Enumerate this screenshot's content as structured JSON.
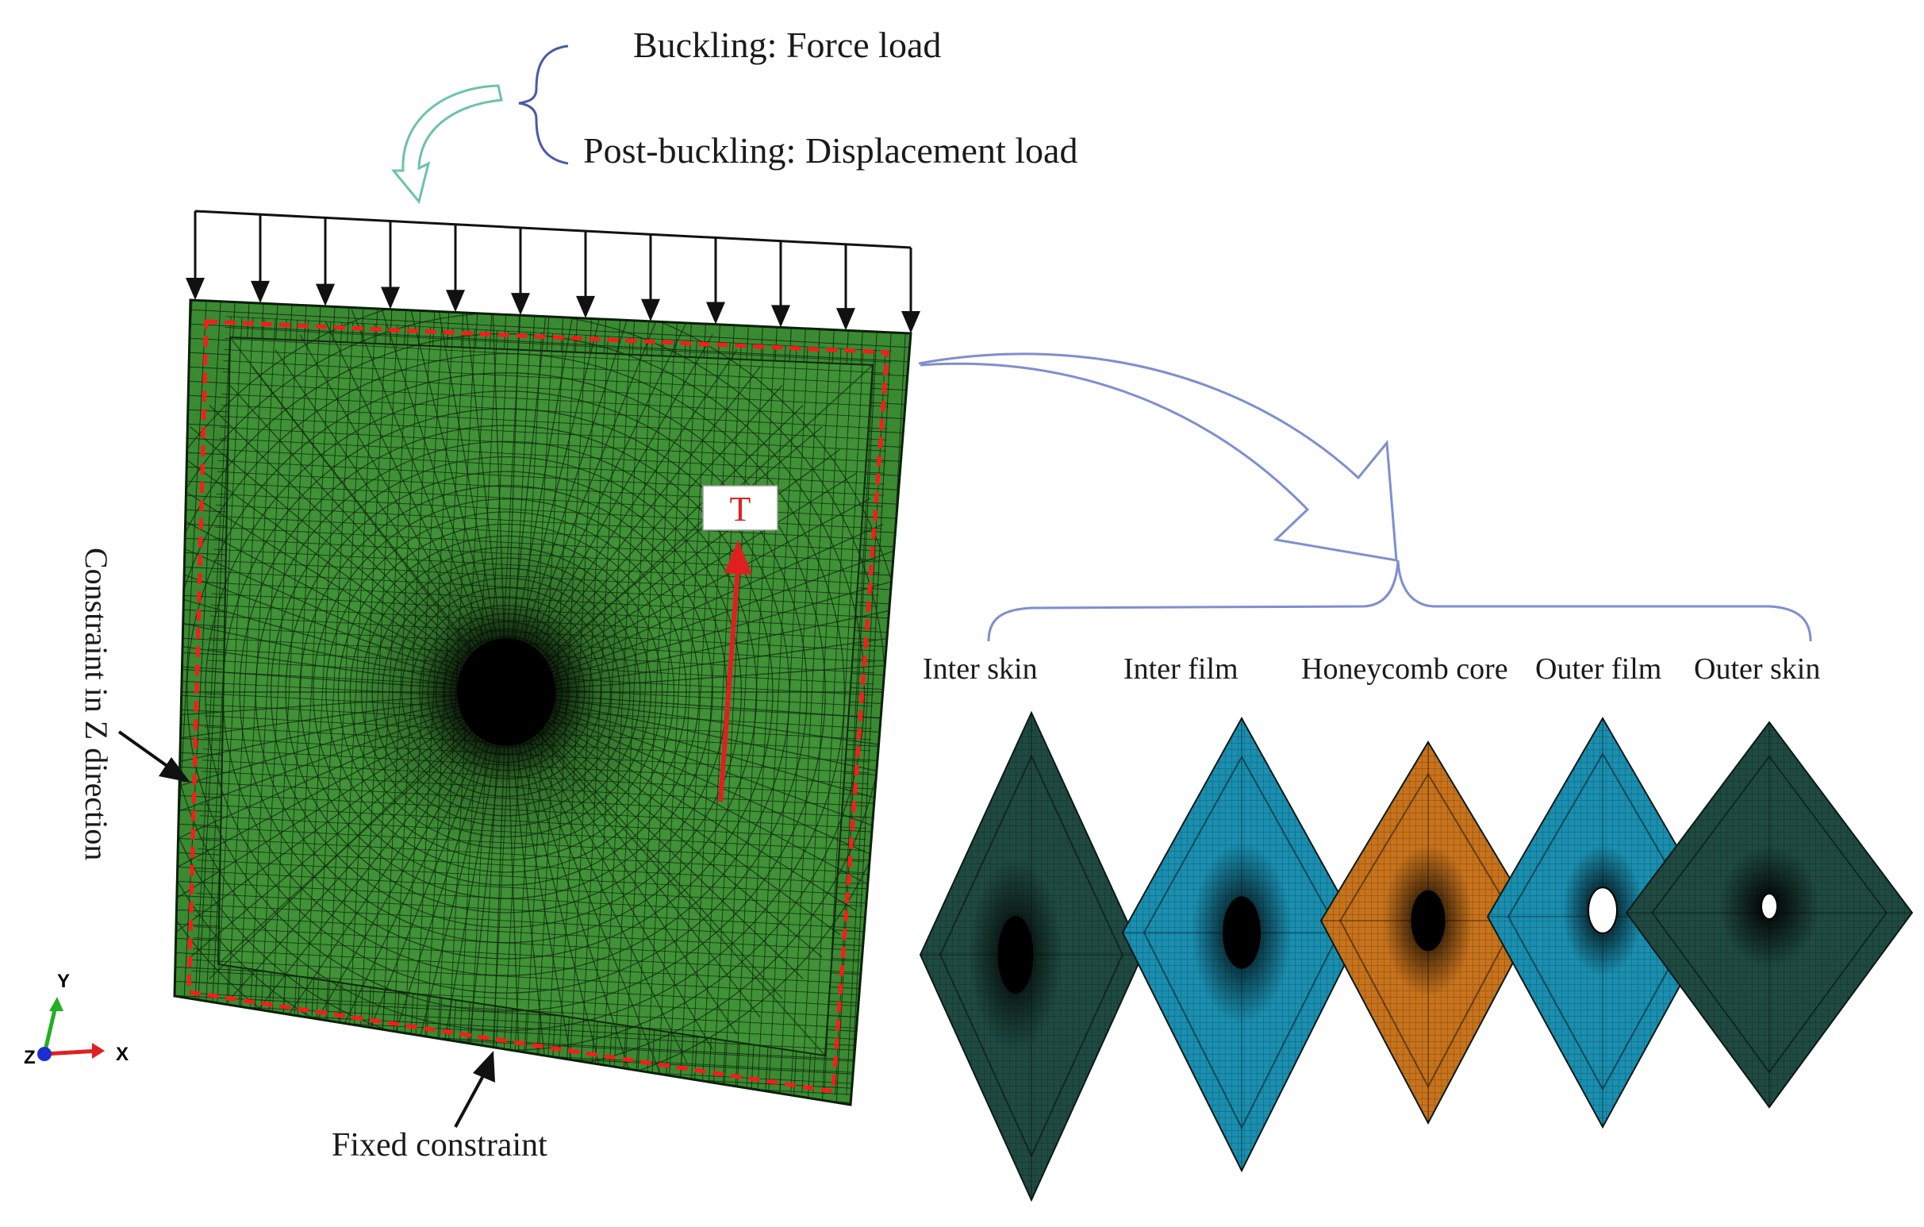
{
  "loads": {
    "buckling": "Buckling: Force load",
    "post_buckling": "Post-buckling: Displacement load"
  },
  "panel": {
    "tension_label": "T",
    "constraint_z": "Constraint in Z direction",
    "fixed_constraint": "Fixed constraint",
    "mesh_color": "#3a8a32",
    "mesh_line_color": "#0f2a0d",
    "boundary_color": "#ff1a1a",
    "arrow_color": "#e02020"
  },
  "axes": {
    "y": "Y",
    "x": "X",
    "z": "Z"
  },
  "layers": [
    {
      "label": "Inter skin",
      "color": "#1f4a42"
    },
    {
      "label": "Inter film",
      "color": "#1a8fb0"
    },
    {
      "label": "Honeycomb core",
      "color": "#c8731c"
    },
    {
      "label": "Outer film",
      "color": "#1a8fb0"
    },
    {
      "label": "Outer skin",
      "color": "#1f4a42"
    }
  ]
}
